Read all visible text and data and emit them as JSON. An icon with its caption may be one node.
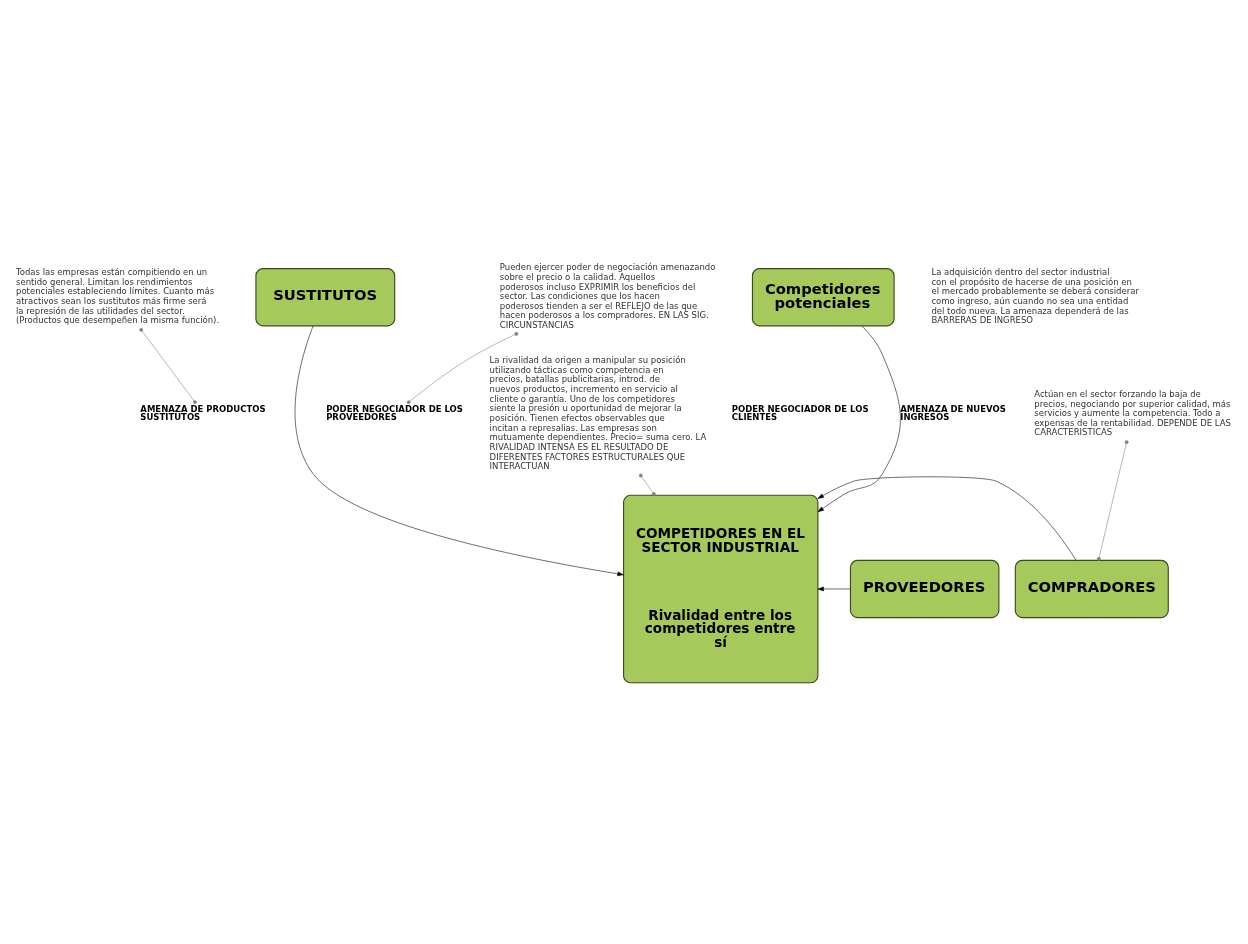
{
  "diagram": {
    "nodes": [
      {
        "text": [
          "Competidores potenciales"
        ]
      },
      {
        "text": [
          "COMPETIDORES EN EL SECTOR INDUSTRIAL",
          "Rivalidad entre los competidores entre sí"
        ]
      },
      {
        "text": [
          "PROVEEDORES"
        ]
      },
      {
        "text": [
          "COMPRADORES"
        ]
      },
      {
        "text": [
          "SUSTITUTOS"
        ]
      },
      {
        "text": [
          "Pueden ejercer poder de negociación amenazando sobre el precio o la calidad. Aquellos poderosos incluso EXPRIMIR los beneficios del sector. Las condiciones que los hacen poderosos tienden a ser el REFLEJO de las que hacen poderosos a los compradores. EN LAS SIG. CIRCUNSTANCIAS"
        ]
      },
      {
        "text": [
          "PODER NEGOCIADOR DE LOS PROVEEDORES"
        ]
      },
      {
        "text": [
          "La adquisición dentro del sector industrial con el propósito de hacerse de una posición en el mercado probablemente se deberá considerar como ingreso, aún cuando no sea una entidad del todo nueva. La amenaza dependerá de las",
          "BARRERAS DE INGRESO"
        ]
      },
      {
        "text": [
          "Actúan en el sector forzando la baja de precios, negociando por superior calidad, más servicios y aumente la competencia. Todo a expensas de la rentabilidad. DEPENDE DE LAS CARACTERISTICAS"
        ]
      },
      {
        "text": [
          "La rivalidad da origen a manipular su posición utilizando tácticas como competencia en precios, batallas publicitarias, introd. de nuevos productos, incremento en servicio al cliente o garantía. Uno de los competidores siente la presión u oportunidad de mejorar la posición. Tienen efectos observables que incitan a represalias. Las empresas son mutuamente dependientes. Precio= suma cero. LA RIVALIDAD INTENSA ES EL RESULTADO DE DIFERENTES FACTORES ESTRUCTURALES QUE INTERACTUAN"
        ]
      },
      {
        "text": [
          "AMENAZA DE PRODUCTOS SUSTITUTOS"
        ]
      },
      {
        "text": [
          "Todas las empresas están compitiendo en un sentido general. Limitan los rendimientos potenciales estableciendo límites. Cuanto más atractivos sean los sustitutos más firme será la represión de las utilidades del sector. (Productos que desempeñen la misma función)."
        ]
      }
    ],
    "edges": [
      {
        "from": 0,
        "to": 1,
        "arrow": "to",
        "label": "AMENAZA DE NUEVOS INGRESOS"
      },
      {
        "from": 2,
        "to": 1,
        "arrow": "to"
      },
      {
        "from": 3,
        "to": 1,
        "arrow": "to"
      },
      {
        "from": 4,
        "to": 1,
        "arrow": "to"
      },
      {
        "from": 5,
        "to": 6,
        "arrow": "other",
        "color": "#808080"
      },
      {
        "from": 8,
        "to": 3,
        "arrow": "other",
        "color": "#808080"
      },
      {
        "from": 9,
        "to": 1,
        "arrow": "other",
        "color": "#808080"
      },
      {
        "from": 11,
        "to": 10,
        "arrow": "other",
        "color": "#808080"
      }
    ],
    "labels": [
      "PODER NEGOCIADOR DE LOS CLIENTES"
    ]
  }
}
